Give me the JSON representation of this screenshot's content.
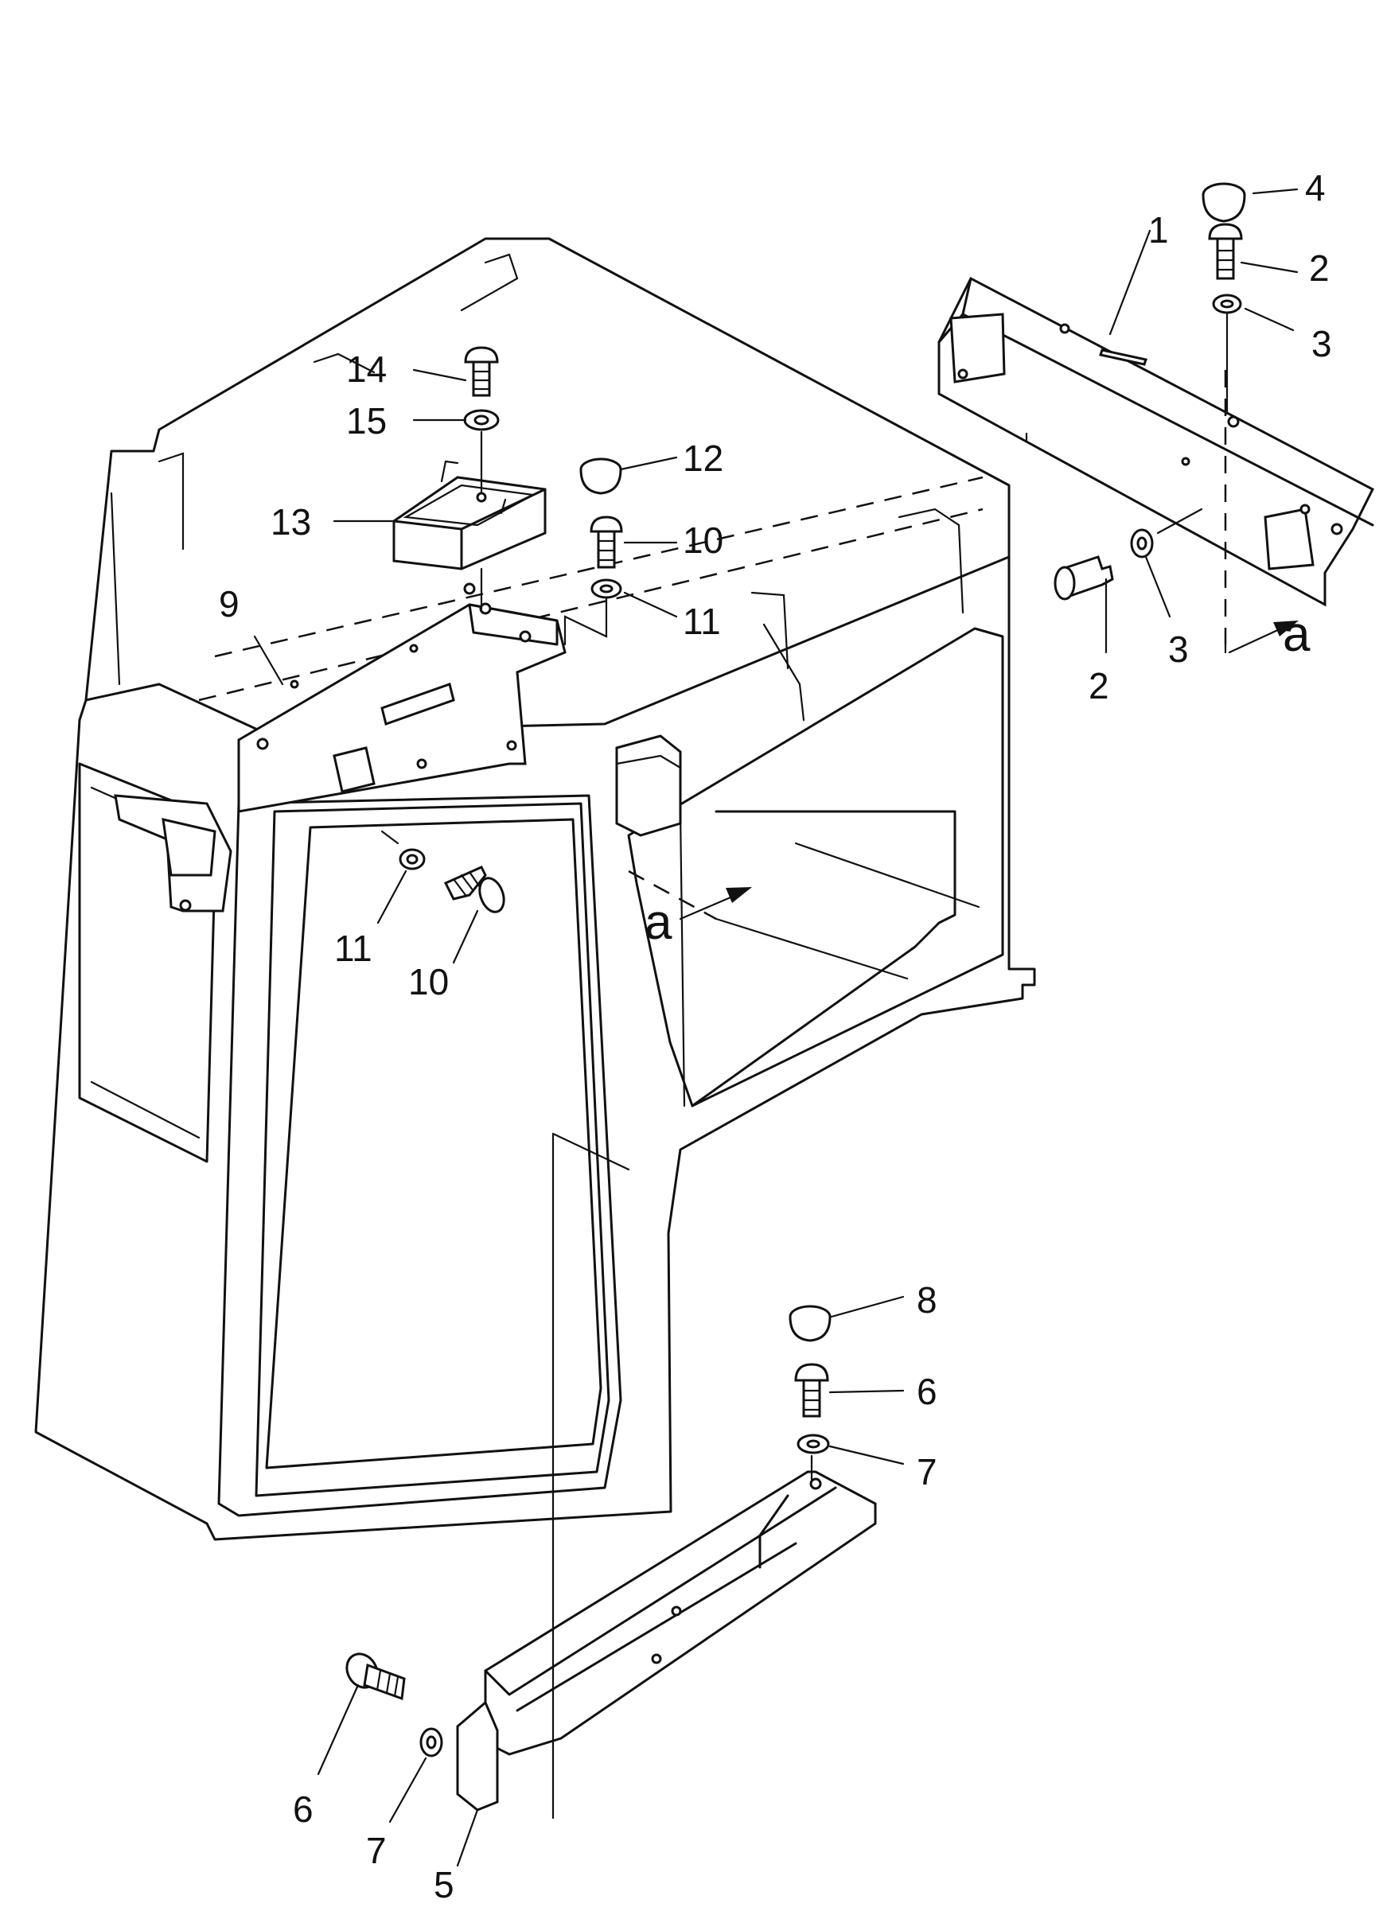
{
  "callouts": {
    "c1": "1",
    "c2a": "2",
    "c2b": "2",
    "c3a": "3",
    "c3b": "3",
    "c4": "4",
    "c5": "5",
    "c6a": "6",
    "c6b": "6",
    "c7a": "7",
    "c7b": "7",
    "c8": "8",
    "c9": "9",
    "c10a": "10",
    "c10b": "10",
    "c11a": "11",
    "c11b": "11",
    "c12": "12",
    "c13": "13",
    "c14": "14",
    "c15": "15"
  },
  "view_markers": {
    "a_cab": "a",
    "a_bar": "a"
  }
}
